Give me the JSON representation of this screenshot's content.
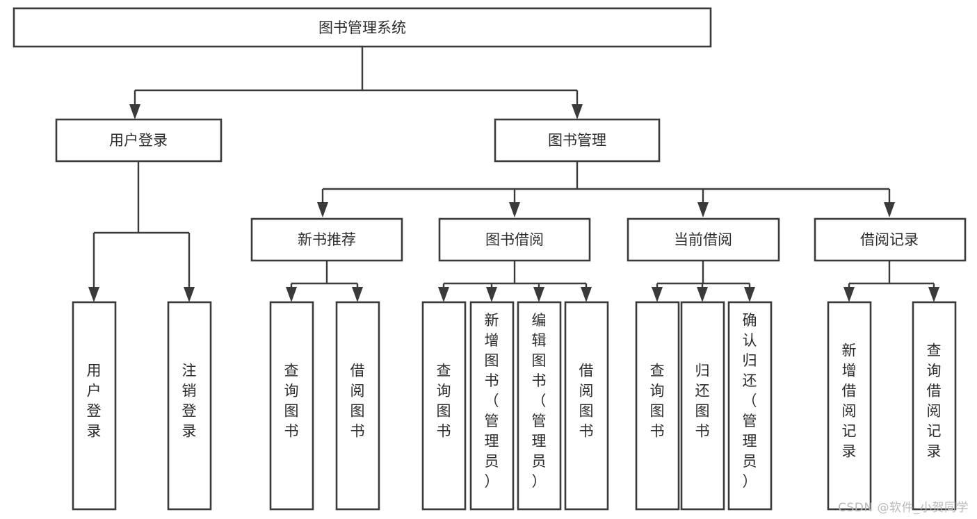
{
  "diagram": {
    "title": "图书管理系统",
    "watermark": "CSDN @软件_小贺同学",
    "colors": {
      "stroke": "#3a3a3a",
      "fill": "#ffffff",
      "text": "#2b2b2b",
      "watermark": "#b9b9b9",
      "background": "#ffffff"
    },
    "root": {
      "label": "图书管理系统"
    },
    "level2": [
      {
        "label": "用户登录"
      },
      {
        "label": "图书管理"
      }
    ],
    "level3": [
      {
        "label": "新书推荐"
      },
      {
        "label": "图书借阅"
      },
      {
        "label": "当前借阅"
      },
      {
        "label": "借阅记录"
      }
    ],
    "leaves": {
      "user_login": [
        {
          "label": "用户登录"
        },
        {
          "label": "注销登录"
        }
      ],
      "new_book": [
        {
          "label": "查询图书"
        },
        {
          "label": "借阅图书"
        }
      ],
      "book_borrow": [
        {
          "label": "查询图书"
        },
        {
          "label": "新增图书（管理员）"
        },
        {
          "label": "编辑图书（管理员）"
        },
        {
          "label": "借阅图书"
        }
      ],
      "current_borrow": [
        {
          "label": "查询图书"
        },
        {
          "label": "归还图书"
        },
        {
          "label": "确认归还（管理员）"
        }
      ],
      "borrow_record": [
        {
          "label": "新增借阅记录"
        },
        {
          "label": "查询借阅记录"
        }
      ]
    }
  }
}
